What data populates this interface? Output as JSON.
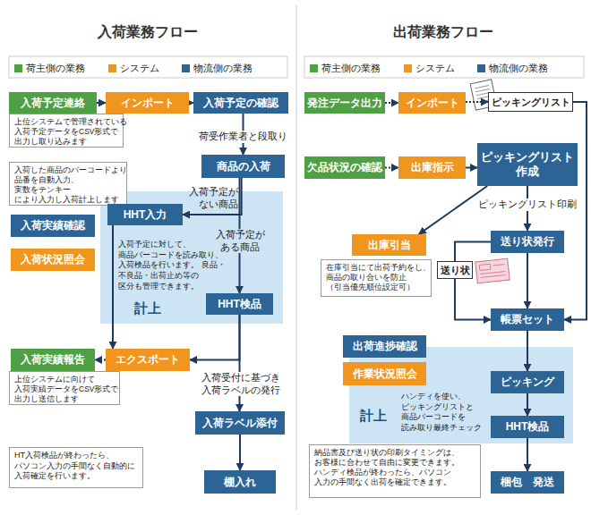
{
  "diagram": {
    "nodes": [
      {
        "text": [
          "入荷予定連絡"
        ]
      },
      {
        "text": [
          "インポート"
        ]
      },
      {
        "text": [
          "入荷予定の確認"
        ]
      },
      {
        "text": [
          "上位システムで管理されている 入荷予定データをCSV形式で 出力し取り込みます"
        ]
      },
      {
        "text": [
          "入荷した商品のバーコードより 品番を自動入力、実数をテンキー により入力し入荷計上します"
        ]
      },
      {
        "text": [
          "商品の入荷"
        ]
      },
      {
        "text": [
          "計上"
        ]
      },
      {
        "text": [
          "HHT入力"
        ],
        "in": 6
      },
      {
        "text": [
          "HHT検品"
        ],
        "in": 6
      },
      {
        "text": [
          "入荷実績確認"
        ]
      },
      {
        "text": [
          "入荷状況照会"
        ]
      },
      {
        "text": [
          "入荷実績報告"
        ]
      },
      {
        "text": [
          "エクスポート"
        ]
      },
      {
        "text": [
          "上位システムに向けて 入荷実績データをCSV形式で 出力し送信します"
        ]
      },
      {
        "text": [
          "入荷ラベル添付"
        ]
      },
      {
        "text": [
          "HT入荷検品が終わったら、 パソコン入力の手間なく自動的に 入荷確定を行います。"
        ]
      },
      {
        "text": [
          "棚入れ"
        ]
      },
      {
        "text": [
          "発注データ出力"
        ]
      },
      {
        "text": [
          "インポート"
        ]
      },
      {
        "text": [
          "ピッキングリスト"
        ]
      },
      {
        "text": [
          "欠品状況の確認"
        ]
      },
      {
        "text": [
          "出庫指示"
        ]
      },
      {
        "text": [
          "ピッキングリスト 作成"
        ]
      },
      {
        "text": [
          "出庫引当"
        ]
      },
      {
        "text": [
          "送り状発行"
        ]
      },
      {
        "text": [
          "在庫引当にて出荷予約をし、 商品の取り合いを防止 （引当優先順位設定可）"
        ]
      },
      {
        "text": [
          "送り状"
        ]
      },
      {
        "text": [
          "帳票セット"
        ]
      },
      {
        "text": [
          "出荷進捗確認"
        ]
      },
      {
        "text": [
          "作業状況照会"
        ]
      },
      {
        "text": [
          "計上"
        ]
      },
      {
        "text": [
          "ピッキング"
        ],
        "in": 30
      },
      {
        "text": [
          "HHT検品"
        ],
        "in": 30
      },
      {
        "text": [
          "納品書及び送り状の印刷タイミングは、 お客様に合わせて自由に変更できます。 ハンディ検品が終わったら、パソコン 入力の手間なく出荷を確定できます。"
        ]
      },
      {
        "text": [
          "梱包　発送"
        ]
      }
    ],
    "edges": [
      {
        "from": 0,
        "to": 1,
        "arrow": "to"
      },
      {
        "from": 1,
        "to": 2,
        "arrow": "to"
      },
      {
        "from": 2,
        "to": 5,
        "label": "荷受作業者と段取り",
        "arrow": "to"
      },
      {
        "from": 5,
        "to": 7,
        "label": "入荷予定が ない商品",
        "arrow": "to"
      },
      {
        "from": 5,
        "to": 8,
        "label": "入荷予定が ある商品",
        "arrow": "to"
      },
      {
        "from": 7,
        "to": 12,
        "arrow": "to"
      },
      {
        "from": 8,
        "to": 12,
        "arrow": "to"
      },
      {
        "from": 8,
        "to": 14,
        "label": "入荷受付に基づき 入荷ラベルの発行",
        "arrow": "to"
      },
      {
        "from": 12,
        "to": 11,
        "arrow": "to"
      },
      {
        "from": 14,
        "to": 16,
        "arrow": "to"
      },
      {
        "from": 17,
        "to": 18,
        "arrow": "to"
      },
      {
        "from": 18,
        "to": 19,
        "arrow": "to"
      },
      {
        "from": 19,
        "to": 27,
        "arrow": "to"
      },
      {
        "from": 20,
        "to": 21,
        "arrow": "to"
      },
      {
        "from": 21,
        "to": 22,
        "arrow": "to"
      },
      {
        "from": 22,
        "to": 23,
        "arrow": "to"
      },
      {
        "from": 22,
        "to": 24,
        "label": "ピッキングリスト印刷",
        "arrow": "to"
      },
      {
        "from": 24,
        "to": 26,
        "arrow": "none"
      },
      {
        "from": 26,
        "to": 27,
        "arrow": "to"
      },
      {
        "from": 24,
        "to": 27,
        "arrow": "to"
      },
      {
        "from": 27,
        "to": 31,
        "arrow": "to"
      },
      {
        "from": 31,
        "to": 32,
        "arrow": "to"
      },
      {
        "from": 32,
        "to": 34,
        "arrow": "to"
      }
    ],
    "labels": [
      "入荷業務フロー",
      "出荷業務フロー",
      "入荷予定に対して、 商品バーコードを読み取り、 入荷検品を行います。 良品・不良品・出荷止め等の 区分も管理できます。",
      "ハンディを使い、 ピッキングリストと 商品バーコードを 読み取り最終チェック"
    ],
    "legend": [
      {
        "text": "荷主側の業務",
        "color": "#4f9f45"
      },
      {
        "text": "システム",
        "color": "#f0961e"
      },
      {
        "text": "物流側の業務",
        "color": "#2d6496"
      },
      {
        "text": "荷主側の業務",
        "color": "#4f9f45"
      },
      {
        "text": "システム",
        "color": "#f0961e"
      },
      {
        "text": "物流側の業務",
        "color": "#2d6496"
      }
    ]
  }
}
